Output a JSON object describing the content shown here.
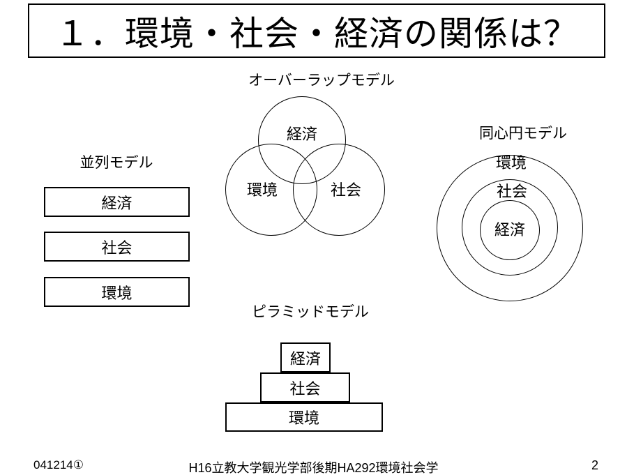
{
  "slide": {
    "title": "１．環境・社会・経済の関係は？"
  },
  "models": {
    "overlap": {
      "heading": "オーバーラップモデル",
      "circles": [
        "経済",
        "環境",
        "社会"
      ]
    },
    "concentric": {
      "heading": "同心円モデル",
      "rings": [
        "環境",
        "社会",
        "経済"
      ]
    },
    "parallel": {
      "heading": "並列モデル",
      "boxes": [
        "経済",
        "社会",
        "環境"
      ]
    },
    "pyramid": {
      "heading": "ピラミッドモデル",
      "layers": [
        "経済",
        "社会",
        "環境"
      ]
    }
  },
  "footer": {
    "left": "041214①",
    "center": "H16立教大学観光学部後期HA292環境社会学",
    "page_number": "2"
  },
  "colors": {
    "background": "#ffffff",
    "line": "#000000",
    "text": "#000000"
  }
}
